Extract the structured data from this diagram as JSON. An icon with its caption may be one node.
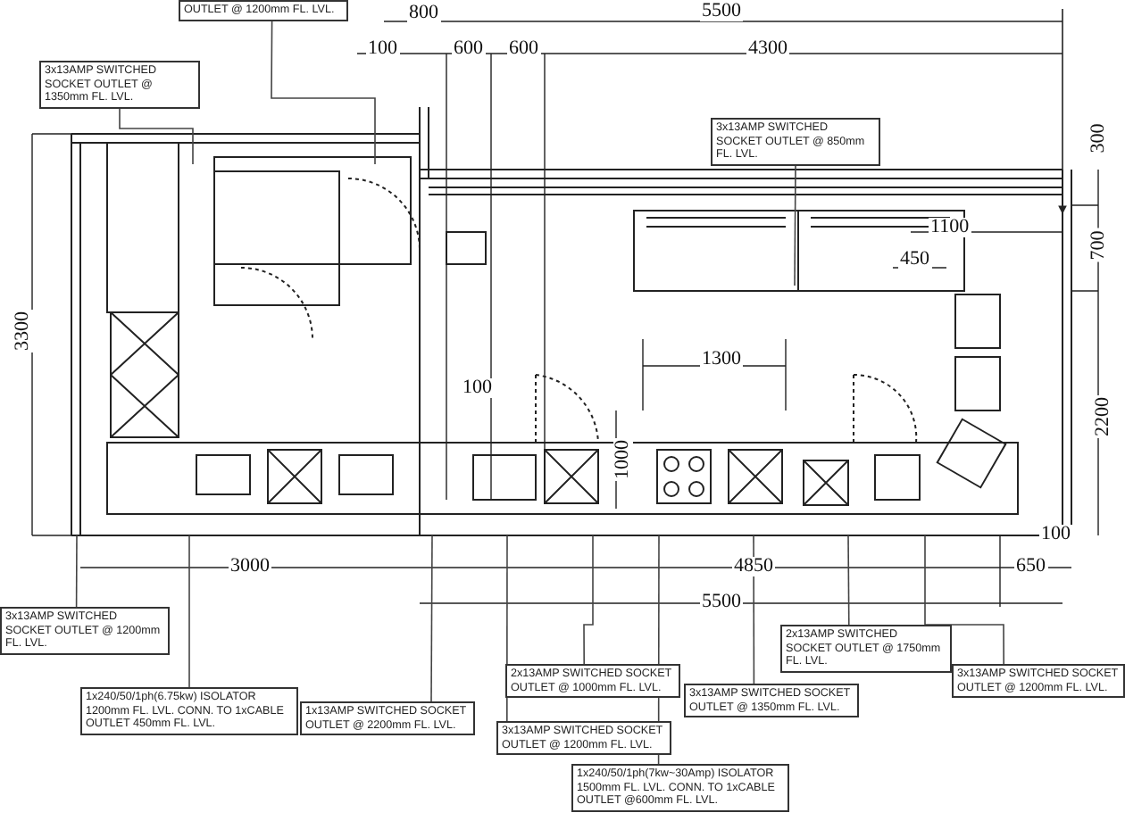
{
  "diagram": {
    "nodes": [
      {
        "text": [
          "OUTLET @ 1200mm FL. LVL."
        ]
      },
      {
        "text": [
          "3x13AMP SWITCHED SOCKET OUTLET @ 1350mm FL. LVL."
        ]
      },
      {
        "text": [
          "3x13AMP SWITCHED SOCKET OUTLET @ 850mm FL. LVL."
        ]
      },
      {
        "text": [
          "3x13AMP SWITCHED SOCKET OUTLET @ 1200mm FL. LVL."
        ]
      },
      {
        "text": [
          "1x240/50/1ph(6.75kw) ISOLATOR 1200mm FL. LVL. CONN. TO 1xCABLE OUTLET 450mm FL. LVL."
        ]
      },
      {
        "text": [
          "1x13AMP SWITCHED SOCKET OUTLET @ 2200mm FL. LVL."
        ]
      },
      {
        "text": [
          "2x13AMP SWITCHED SOCKET OUTLET @ 1000mm FL. LVL."
        ]
      },
      {
        "text": [
          "3x13AMP SWITCHED SOCKET OUTLET @ 1200mm FL. LVL."
        ]
      },
      {
        "text": [
          "3x13AMP SWITCHED SOCKET OUTLET @ 1350mm FL. LVL."
        ]
      },
      {
        "text": [
          "1x240/50/1ph(7kw~30Amp) ISOLATOR 1500mm FL. LVL. CONN. TO 1xCABLE OUTLET @600mm FL. LVL."
        ]
      },
      {
        "text": [
          "2x13AMP SWITCHED SOCKET OUTLET @ 1750mm FL. LVL."
        ]
      },
      {
        "text": [
          "3x13AMP SWITCHED SOCKET OUTLET @ 1200mm FL. LVL."
        ]
      }
    ],
    "edges": [
      {
        "from": 0,
        "to": null,
        "arrow": "none"
      },
      {
        "from": 1,
        "to": null,
        "arrow": "none"
      },
      {
        "from": 2,
        "to": null,
        "arrow": "none"
      },
      {
        "from": 3,
        "to": null,
        "arrow": "none"
      },
      {
        "from": 4,
        "to": null,
        "arrow": "none"
      },
      {
        "from": 5,
        "to": null,
        "arrow": "none"
      },
      {
        "from": 6,
        "to": null,
        "arrow": "none"
      },
      {
        "from": 7,
        "to": null,
        "arrow": "none"
      },
      {
        "from": 8,
        "to": null,
        "arrow": "none"
      },
      {
        "from": 9,
        "to": null,
        "arrow": "none"
      },
      {
        "from": 10,
        "to": null,
        "arrow": "none"
      },
      {
        "from": 11,
        "to": null,
        "arrow": "none"
      }
    ],
    "labels": [
      "800",
      "5500",
      "100",
      "600",
      "600",
      "4300",
      "300",
      "1100",
      "700",
      "450",
      "3300",
      "100",
      "1300",
      "2200",
      "1000",
      "3000",
      "4850",
      "650",
      "100",
      "5500"
    ]
  }
}
